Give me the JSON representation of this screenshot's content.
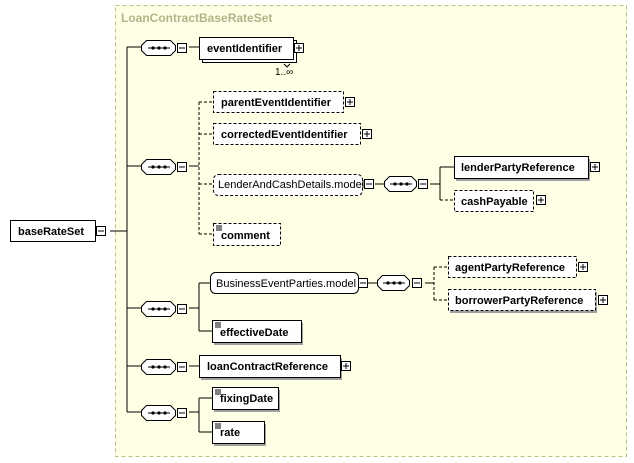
{
  "group_title": "LoanContractBaseRateSet",
  "root": {
    "label": "baseRateSet",
    "toggle": "minus"
  },
  "elements": {
    "eventIdentifier": {
      "label": "eventIdentifier",
      "multiplicity": "1..∞",
      "toggle": "plus"
    },
    "parentEventIdentifier": {
      "label": "parentEventIdentifier",
      "toggle": "plus"
    },
    "correctedEventIdentifier": {
      "label": "correctedEventIdentifier",
      "toggle": "plus"
    },
    "lenderAndCashDetails": {
      "label": "LenderAndCashDetails.model",
      "toggle": "minus"
    },
    "lenderPartyReference": {
      "label": "lenderPartyReference",
      "toggle": "plus"
    },
    "cashPayable": {
      "label": "cashPayable",
      "toggle": "plus"
    },
    "comment": {
      "label": "comment"
    },
    "businessEventParties": {
      "label": "BusinessEventParties.model",
      "toggle": "minus"
    },
    "agentPartyReference": {
      "label": "agentPartyReference",
      "toggle": "plus"
    },
    "borrowerPartyReference": {
      "label": "borrowerPartyReference",
      "toggle": "plus"
    },
    "effectiveDate": {
      "label": "effectiveDate"
    },
    "loanContractReference": {
      "label": "loanContractReference",
      "toggle": "plus"
    },
    "fixingDate": {
      "label": "fixingDate"
    },
    "rate": {
      "label": "rate"
    }
  },
  "colors": {
    "group_fill": "#ffffe6",
    "group_border": "#bfbf7a",
    "group_title": "#b3b38a"
  }
}
